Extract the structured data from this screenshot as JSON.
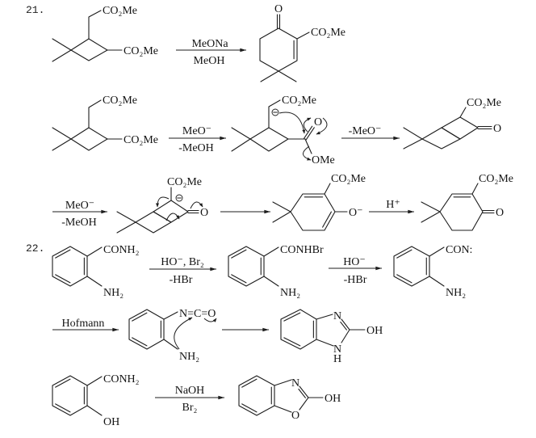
{
  "problem_21": {
    "number": "21.",
    "overall_reaction": {
      "reactant": {
        "side_chain_ester": "CO₂Me",
        "ring_ester": "CO₂Me"
      },
      "arrow": {
        "above": "MeONa",
        "below": "MeOH"
      },
      "product": {
        "ketone_oxygen": "O",
        "ester": "CO₂Me"
      }
    },
    "mechanism": {
      "reactant": {
        "side_chain_ester": "CO₂Me",
        "ring_ester": "CO₂Me"
      },
      "step_1_arrow": {
        "above": "MeO⁻",
        "below": "-MeOH"
      },
      "carbanion_intermediate": {
        "ester": "CO₂Me",
        "carbonyl_oxygen": "O",
        "leaving_group": "OMe",
        "charge_icon": "circled-minus"
      },
      "step_2_arrow": {
        "above": "-MeO⁻"
      },
      "bicyclic_ketone": {
        "ester": "CO₂Me",
        "ketone_oxygen": "O"
      },
      "step_3_arrow": {
        "above": "MeO⁻",
        "below": "-MeOH"
      },
      "bicyclic_carbanion": {
        "ester": "CO₂Me",
        "ketone_oxygen": "O",
        "charge_icon": "circled-minus"
      },
      "enolate": {
        "ester": "CO₂Me",
        "oxide": "O⁻"
      },
      "step_5_arrow": {
        "above": "H⁺"
      },
      "product": {
        "ester": "CO₂Me",
        "ketone_oxygen": "O"
      }
    }
  },
  "problem_22": {
    "number": "22.",
    "part_a": {
      "reactant": {
        "amide": "CONH₂",
        "amine": "NH₂"
      },
      "step_1_arrow": {
        "above": "HO⁻, Br₂",
        "below": "-HBr"
      },
      "n_bromoamide": {
        "amide": "CONHBr",
        "amine": "NH₂"
      },
      "step_2_arrow": {
        "above": "HO⁻",
        "below": "-HBr"
      },
      "acyl_nitrene": {
        "group": "CON:",
        "amine": "NH₂"
      },
      "step_3_arrow": {
        "above": "Hofmann"
      },
      "isocyanate": {
        "group": "N=C=O",
        "amine": "NH₂"
      },
      "product": {
        "ring_n": "N",
        "ring_nh_n": "N",
        "ring_nh_h": "H",
        "hydroxyl": "OH"
      }
    },
    "part_b": {
      "reactant": {
        "amide": "CONH₂",
        "hydroxyl": "OH"
      },
      "arrow": {
        "above": "NaOH",
        "below": "Br₂"
      },
      "product": {
        "ring_n": "N",
        "ring_o": "O",
        "hydroxyl": "OH"
      }
    }
  }
}
